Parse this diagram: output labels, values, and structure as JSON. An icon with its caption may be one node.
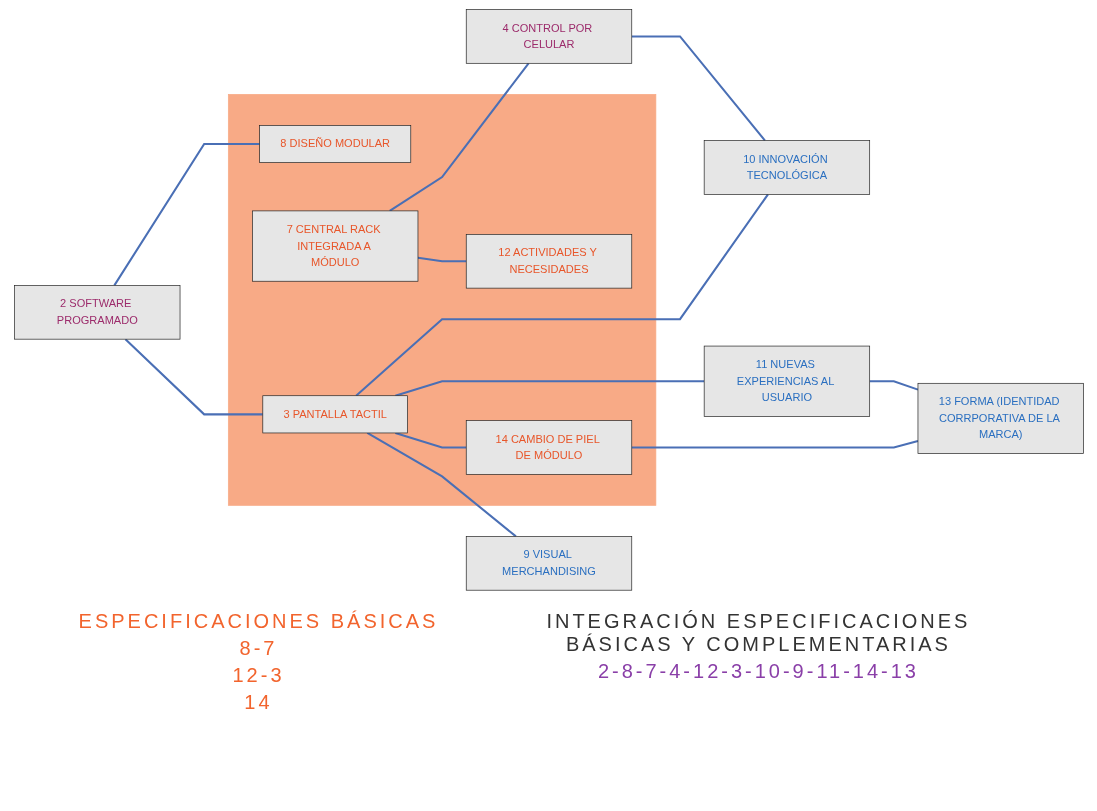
{
  "diagram": {
    "nodes": [
      {
        "text": [],
        "shape": "box"
      },
      {
        "text": [
          "2 SOFTWARE PROGRAMADO"
        ]
      },
      {
        "text": [
          "8 DISEÑO MODULAR"
        ],
        "in": 0
      },
      {
        "text": [
          "4 CONTROL POR CELULAR"
        ]
      },
      {
        "text": [
          "7 CENTRAL RACK INTEGRADA A MÓDULO"
        ],
        "in": 0
      },
      {
        "text": [
          "10 INNOVACIÓN TECNOLÓGICA"
        ]
      },
      {
        "text": [
          "12 ACTIVIDADES Y NECESIDADES"
        ],
        "in": 0
      },
      {
        "text": [
          "9 VISUAL MERCHANDISING"
        ]
      },
      {
        "text": [
          "3 PANTALLA TACTIL"
        ],
        "in": 0
      },
      {
        "text": [
          "11 NUEVAS EXPERIENCIAS AL USUARIO"
        ]
      },
      {
        "text": [
          "14 CAMBIO DE PIEL DE MÓDULO"
        ],
        "in": 0
      },
      {
        "text": [
          "13 FORMA (IDENTIDAD CORRPORATIVA DE LA MARCA)"
        ]
      }
    ],
    "edges": [
      {
        "from": 1,
        "to": 2,
        "arrow": "none"
      },
      {
        "from": 4,
        "to": 3,
        "arrow": "none"
      },
      {
        "from": 3,
        "to": 5,
        "arrow": "none"
      },
      {
        "from": 4,
        "to": 6,
        "arrow": "none"
      },
      {
        "from": 1,
        "to": 8,
        "arrow": "none"
      },
      {
        "from": 8,
        "to": 5,
        "arrow": "none"
      },
      {
        "from": 8,
        "to": 7,
        "arrow": "none"
      },
      {
        "from": 8,
        "to": 9,
        "arrow": "none"
      },
      {
        "from": 8,
        "to": 10,
        "arrow": "none"
      },
      {
        "from": 9,
        "to": 11,
        "arrow": "none"
      },
      {
        "from": 10,
        "to": 11,
        "arrow": "none"
      }
    ],
    "labels": [
      "ESPECIFICACIONES BÁSICAS",
      "8-7",
      "12-3",
      "14",
      "INTEGRACIÓN ESPECIFICACIONES BÁSICAS Y COMPLEMENTARIAS",
      "2-8-7-4-12-3-10-9-11-14-13"
    ]
  }
}
